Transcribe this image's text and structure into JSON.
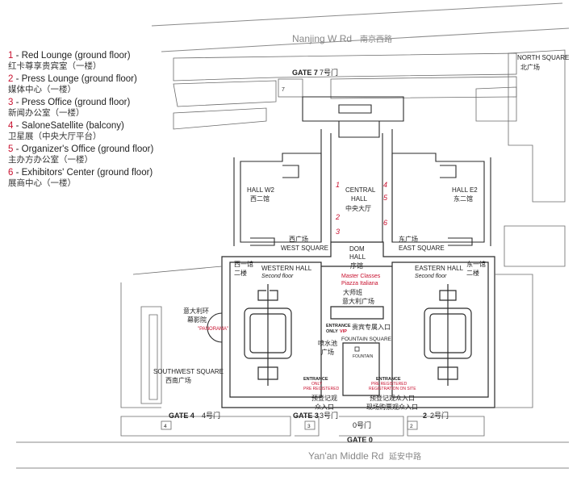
{
  "roads": {
    "north_en": "Nanjing W Rd",
    "north_zh": "南京西路",
    "south_en": "Yan'an Middle Rd",
    "south_zh": "延安中路"
  },
  "legend": [
    {
      "num": "1",
      "en": "- Red Lounge (ground floor)",
      "zh": "红卡尊享贵宾室（一楼）"
    },
    {
      "num": "2",
      "en": "- Press Lounge (ground floor)",
      "zh": "媒体中心（一楼）"
    },
    {
      "num": "3",
      "en": "- Press Office (ground floor)",
      "zh": "新闻办公室（一楼）"
    },
    {
      "num": "4",
      "en": "- SaloneSatellite (balcony)",
      "zh": "卫星展（中央大厅平台）"
    },
    {
      "num": "5",
      "en": "- Organizer's Office (ground floor)",
      "zh": "主办方办公室（一楼）"
    },
    {
      "num": "6",
      "en": "- Exhibitors' Center (ground floor)",
      "zh": "展商中心（一楼）"
    }
  ],
  "gates": {
    "g7": "GATE 7",
    "g7_zh": "7号门",
    "g7_box": "7",
    "g4": "GATE 4",
    "g4_zh": "4号门",
    "g4_box": "4",
    "g3": "GATE 3",
    "g3_zh": "3号门",
    "g3_box": "3",
    "g0_zh": "0号门",
    "g0": "GATE 0",
    "g2": "2",
    "g2_zh": "2号门",
    "g2_box": "2"
  },
  "areas": {
    "north_square_en": "NORTH SQUARE",
    "north_square_zh": "北广场",
    "hall_w2_en": "HALL W2",
    "hall_w2_zh": "西二馆",
    "hall_e2_en": "HALL E2",
    "hall_e2_zh": "东二馆",
    "central_hall_en_1": "CENTRAL",
    "central_hall_en_2": "HALL",
    "central_hall_zh": "中央大厅",
    "west_square_zh": "西广场",
    "west_square_en": "WEST SQUARE",
    "east_square_zh": "东广场",
    "east_square_en": "EAST SQUARE",
    "dom_hall_en_1": "DOM",
    "dom_hall_en_2": "HALL",
    "dom_hall_zh": "序馆",
    "master_classes_1": "Master Classes",
    "master_classes_2": "Piazza Italiana",
    "master_zh": "大师班",
    "piazza_zh": "意大利广场",
    "west_hall_zh_1": "西一馆",
    "west_hall_zh_2": "二楼",
    "west_hall_en": "WESTERN HALL",
    "west_hall_floor": "Second floor",
    "east_hall_en": "EASTERN HALL",
    "east_hall_floor": "Second floor",
    "east_hall_zh_1": "东一馆",
    "east_hall_zh_2": "二楼",
    "panorama_zh_1": "意大利环",
    "panorama_zh_2": "幕影院",
    "panorama_en": "\"PANORAMA\"",
    "entrance_vip_1": "ENTRANCE",
    "entrance_vip_2": "ONLY",
    "entrance_vip_3": "VIP",
    "vip_zh": "贵宾专属入口",
    "fountain_zh_1": "喷水池",
    "fountain_zh_2": "广场",
    "fountain_square_en": "FOUNTAIN SQUARE",
    "fountain_label": "FOUNTAIN",
    "southwest_square_en": "SOUTHWEST SQUARE",
    "southwest_square_zh": "西南广场",
    "entrance_w_1": "ENTRANCE",
    "entrance_w_2": "ONLY",
    "entrance_w_3": "PRE REGISTERED",
    "entrance_e_1": "ENTRANCE",
    "entrance_e_2": "PRE REGISTERED",
    "entrance_e_3": "REGISTRATION ON SITE",
    "prereg_w_zh_1": "预登记观",
    "prereg_w_zh_2": "众入口",
    "prereg_e_zh_1": "预登记观众入口",
    "prereg_e_zh_2": "现场购票观众入口"
  },
  "markers": [
    "1",
    "2",
    "3",
    "4",
    "5",
    "6"
  ],
  "colors": {
    "accent_red": "#c8102e",
    "line": "#2a2a2a",
    "grid": "#8a8a8a"
  }
}
